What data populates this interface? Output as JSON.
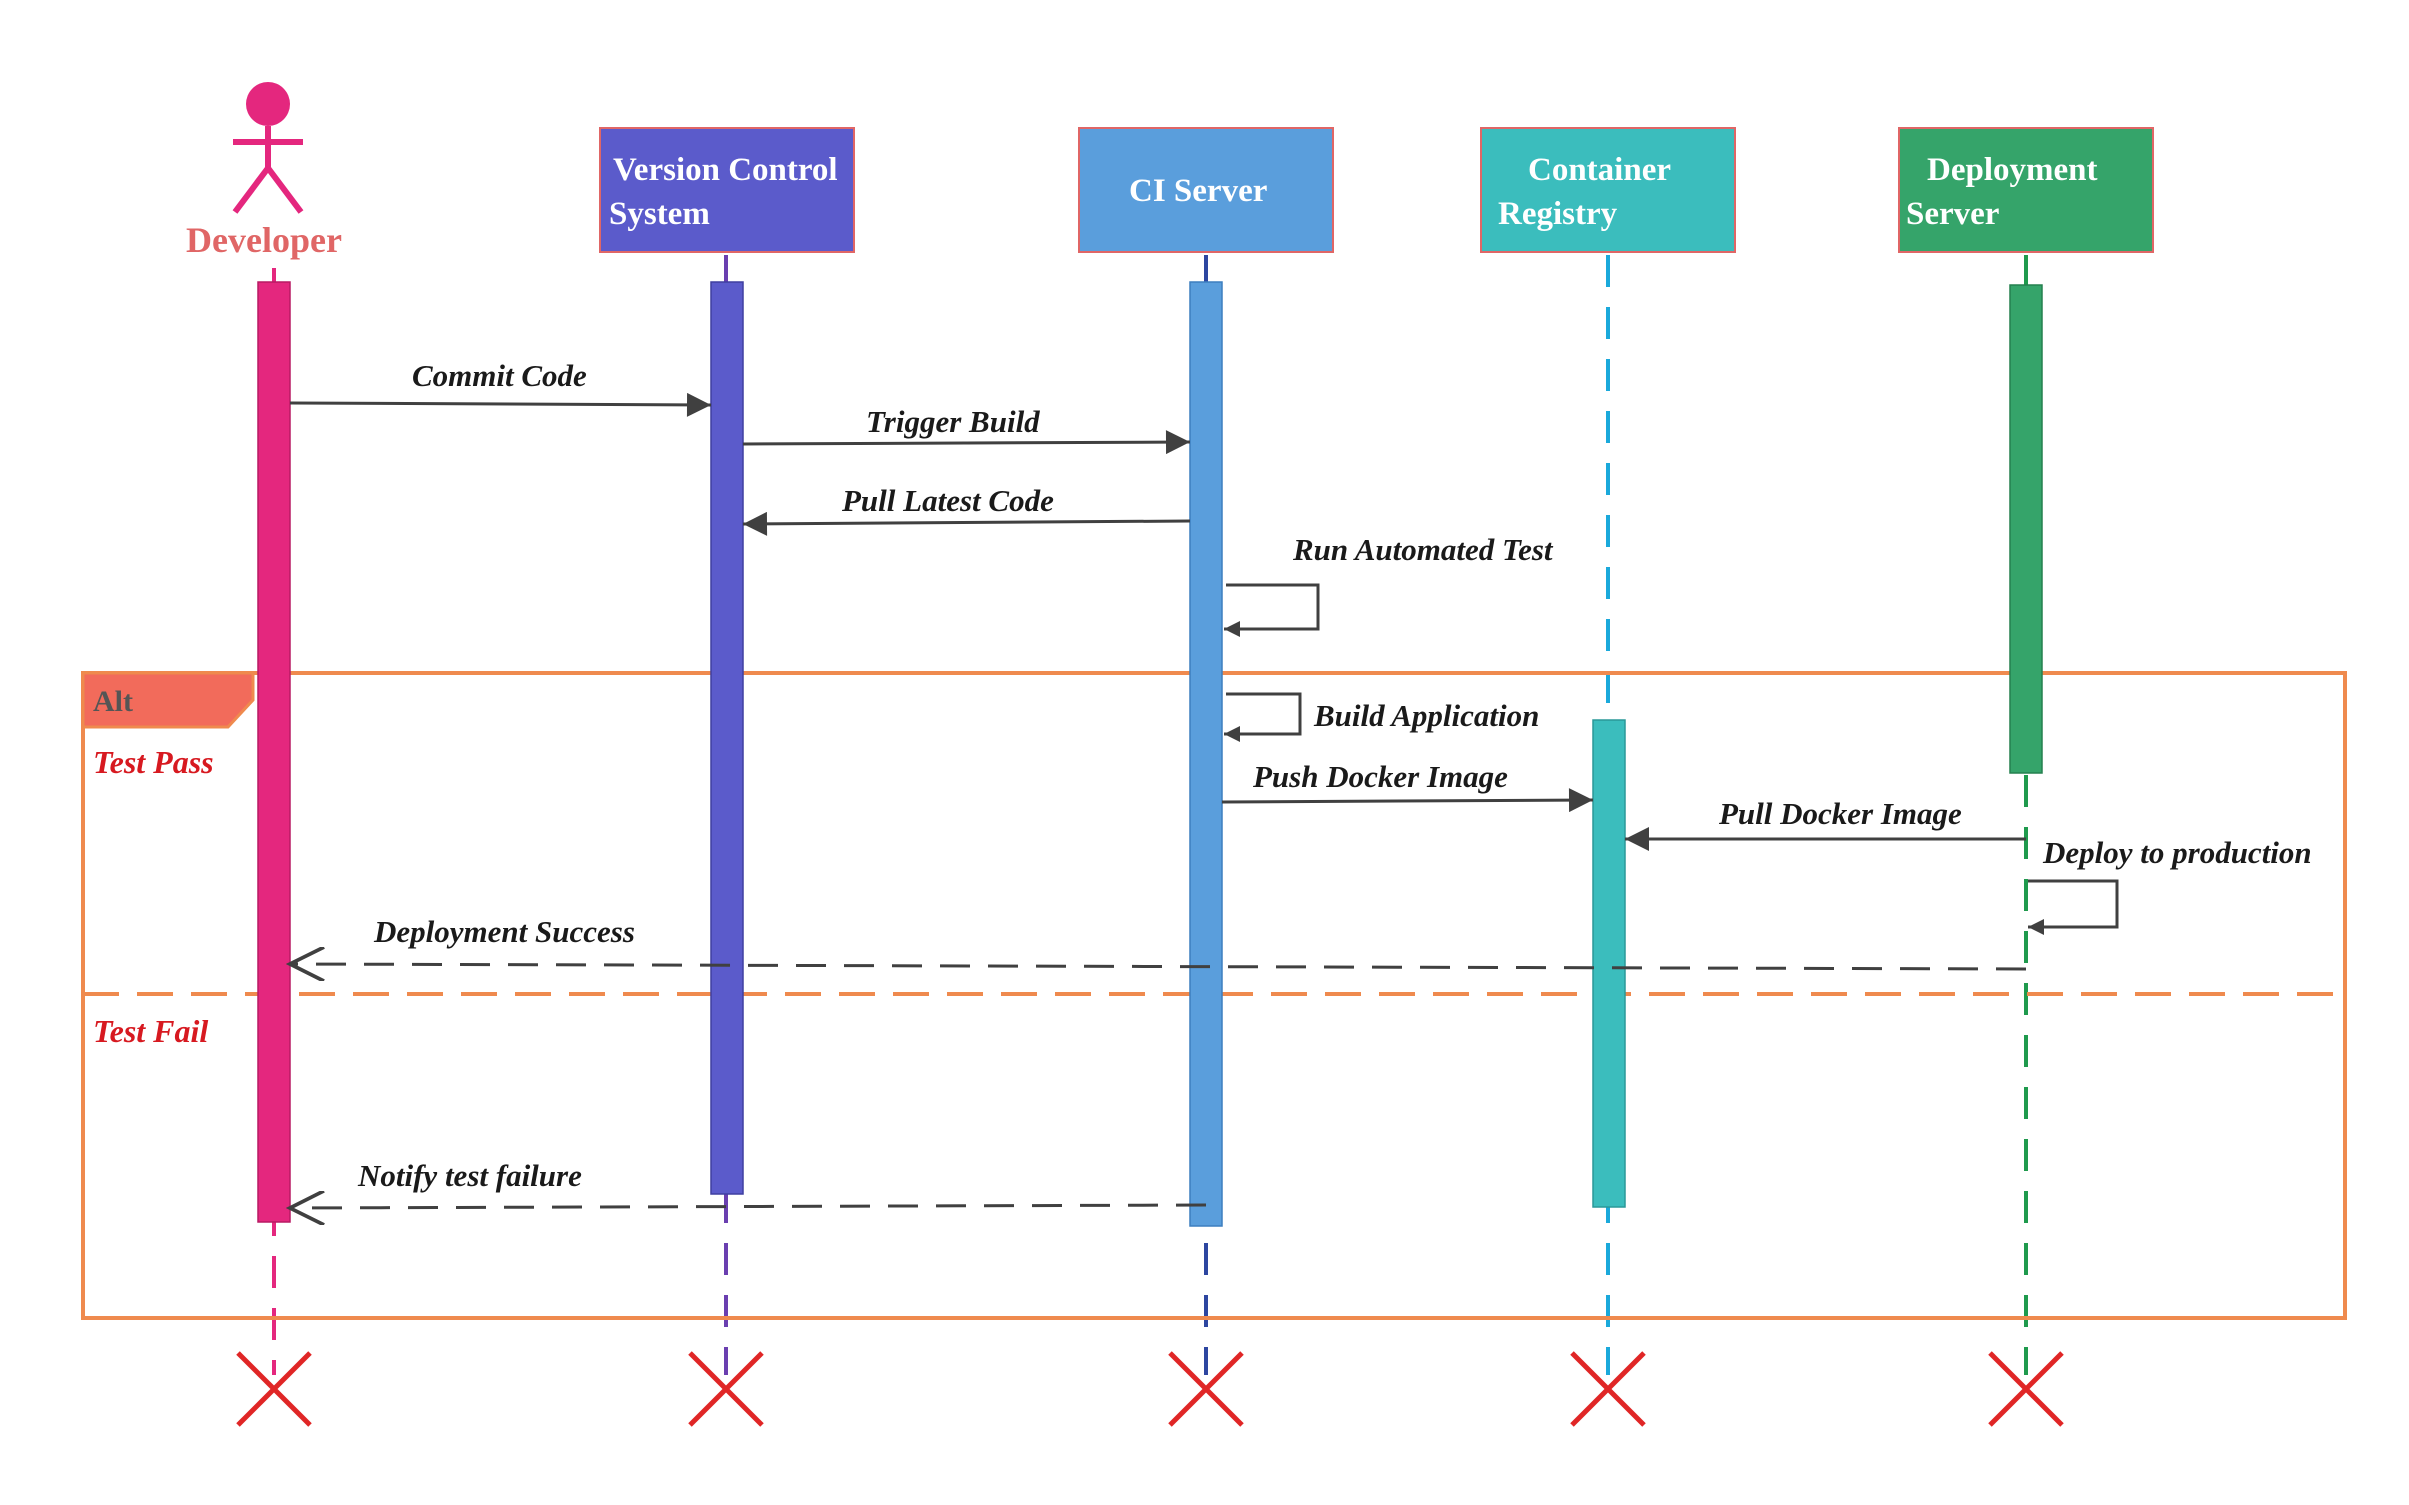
{
  "diagram": {
    "colors": {
      "developer": "#e4277e",
      "vcs": "#5b5bcb",
      "ci": "#5a9edc",
      "registry": "#3bbdbd",
      "deploy": "#35a46a",
      "frame": "#ef8a4e",
      "destroy": "#e02626",
      "arrow": "#404040"
    },
    "participants": [
      {
        "id": "developer",
        "label": "Developer",
        "kind": "actor"
      },
      {
        "id": "vcs",
        "label_lines": [
          "Version Control",
          "System"
        ],
        "kind": "box"
      },
      {
        "id": "ci",
        "label_lines": [
          "CI Server"
        ],
        "kind": "box"
      },
      {
        "id": "registry",
        "label_lines": [
          "Container",
          "Registry"
        ],
        "kind": "box"
      },
      {
        "id": "deploy",
        "label_lines": [
          "Deployment",
          "Server"
        ],
        "kind": "box"
      }
    ],
    "messages": {
      "commit_code": "Commit Code",
      "trigger_build": "Trigger Build",
      "pull_latest_code": "Pull Latest Code",
      "run_automated_test": "Run Automated Test",
      "build_application": "Build Application",
      "push_docker_image": "Push Docker Image",
      "pull_docker_image": "Pull Docker Image",
      "deploy_to_production": "Deploy to production",
      "deployment_success": "Deployment Success",
      "notify_test_failure": "Notify test failure"
    },
    "frame": {
      "operator": "Alt",
      "guards": [
        "Test Pass",
        "Test Fail"
      ]
    }
  }
}
